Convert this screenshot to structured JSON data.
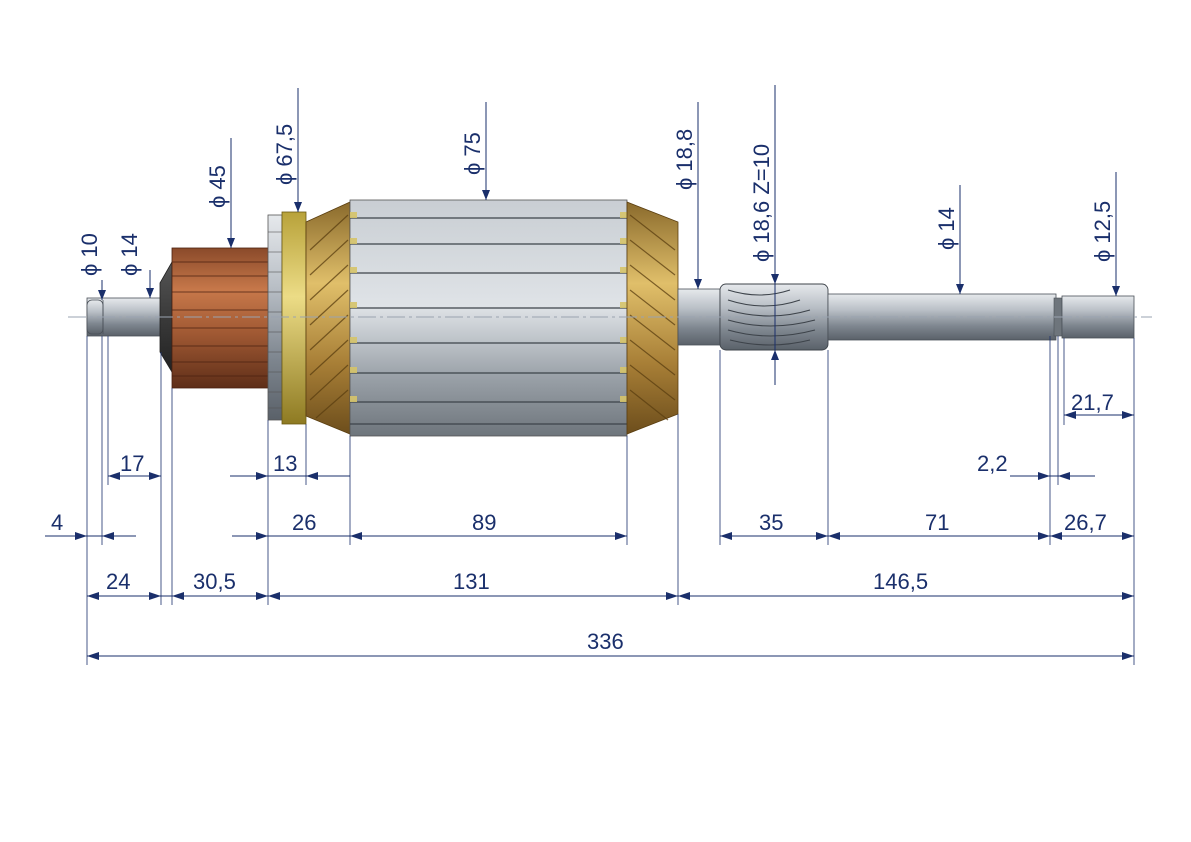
{
  "diagram": {
    "diameters": {
      "d_10": "ϕ 10",
      "d_14_left": "ϕ 14",
      "d_45": "ϕ 45",
      "d_67_5": "ϕ 67,5",
      "d_75": "ϕ 75",
      "d_18_8": "ϕ 18,8",
      "d_18_6": "ϕ 18,6 Z=10",
      "d_14_right": "ϕ 14",
      "d_12_5": "ϕ 12,5"
    },
    "lengths": {
      "l_17": "17",
      "l_13": "13",
      "l_21_7": "21,7",
      "l_2_2": "2,2",
      "l_4": "4",
      "l_26": "26",
      "l_89": "89",
      "l_35": "35",
      "l_71": "71",
      "l_26_7": "26,7",
      "l_24": "24",
      "l_30_5": "30,5",
      "l_131": "131",
      "l_146_5": "146,5",
      "l_336": "336"
    },
    "colors": {
      "dimension": "#1a2f6b",
      "shaft": "#9aa2ab",
      "commutator": "#a0522d",
      "core": "#b8bec4",
      "winding": "#c8a04a",
      "insulation_ring": "#d8c060"
    }
  }
}
